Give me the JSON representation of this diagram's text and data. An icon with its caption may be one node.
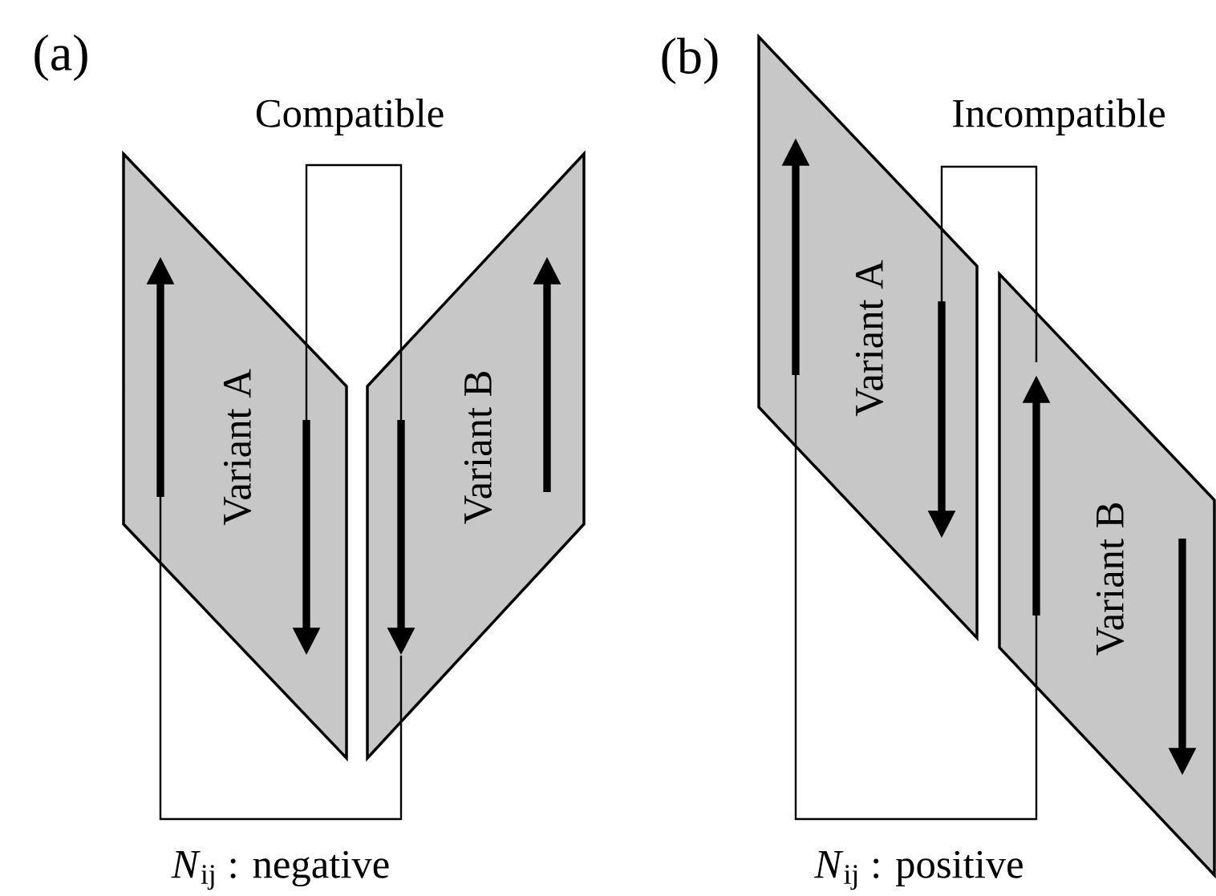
{
  "diagram": {
    "nodes": [
      {
        "text": [
          "Variant A"
        ]
      },
      {
        "text": [
          "Variant B"
        ]
      },
      {
        "text": [
          "Variant A"
        ]
      },
      {
        "text": [
          "Variant B"
        ]
      }
    ],
    "edges": [
      {
        "from": 0,
        "to": 1,
        "arrow": "none"
      },
      {
        "from": 0,
        "to": 1,
        "arrow": "none"
      },
      {
        "from": 2,
        "to": 3,
        "arrow": "none"
      },
      {
        "from": 2,
        "to": 3,
        "arrow": "none"
      }
    ],
    "labels": [
      "(a)",
      "Compatible",
      "*N*$_{ij}$ : negative",
      "(b)",
      "Incompatible",
      "*N*$_{ij}$ : positive"
    ]
  }
}
